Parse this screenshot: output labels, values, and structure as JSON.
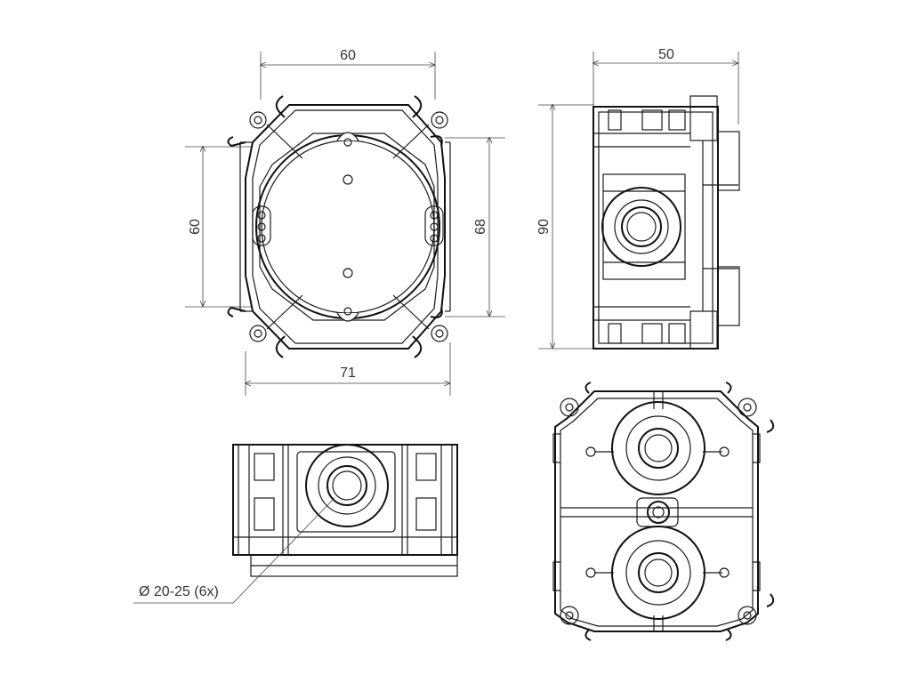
{
  "dimensions": {
    "top_width": "60",
    "left_height": "60",
    "right_height": "68",
    "bottom_width": "71",
    "side_width": "50",
    "side_height": "90"
  },
  "callout": {
    "diameter_note": "Ø 20-25 (6x)"
  },
  "colors": {
    "line": "#1a1a1a",
    "dimension": "#444444",
    "background": "#ffffff"
  }
}
